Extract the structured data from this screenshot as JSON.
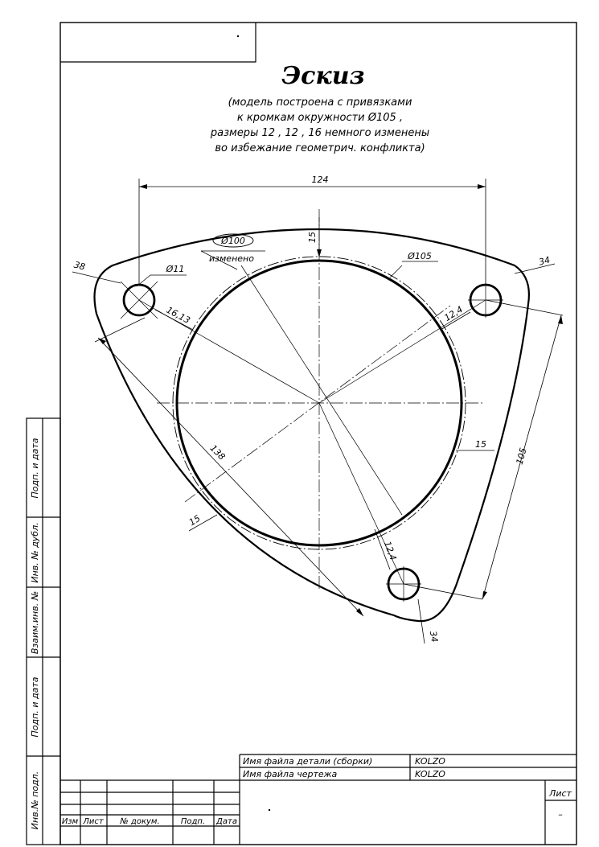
{
  "title": "Эскиз",
  "note_lines": [
    "(модель построена с привязками",
    "к кромкам окружности Ø105 ,",
    "размеры 12 , 12 , 16 немного изменены",
    "во избежание геометрич. конфликта)"
  ],
  "dimensions": {
    "overall_width": "124",
    "top_offset": "15",
    "d100": "Ø100",
    "d100_note": "изменено",
    "d105": "Ø105",
    "d11": "Ø11",
    "left_edge": "38",
    "left_hole_gap": "16,13",
    "right_edge": "34",
    "right_hole_gap": "12,4",
    "diagonal": "138",
    "right_offset": "15",
    "right_span": "105",
    "lower_left_offset": "15",
    "bottom_hole_gap": "12,4",
    "bottom_edge": "34"
  },
  "side_stamp": [
    "Подп. и дата",
    "Инв. № дубл.",
    "Взаим.инв. №",
    "Подп. и дата",
    "Инв.№ подл."
  ],
  "title_block": {
    "part_file_label": "Имя файла детали (сборки)",
    "part_file_value": "KOLZO",
    "drawing_file_label": "Имя файла чертежа",
    "drawing_file_value": "KOLZO",
    "sheet_label": "Лист",
    "sheet_value": "–",
    "cols": [
      "Изм",
      "Лист",
      "№ докум.",
      "Подп.",
      "Дата"
    ]
  }
}
